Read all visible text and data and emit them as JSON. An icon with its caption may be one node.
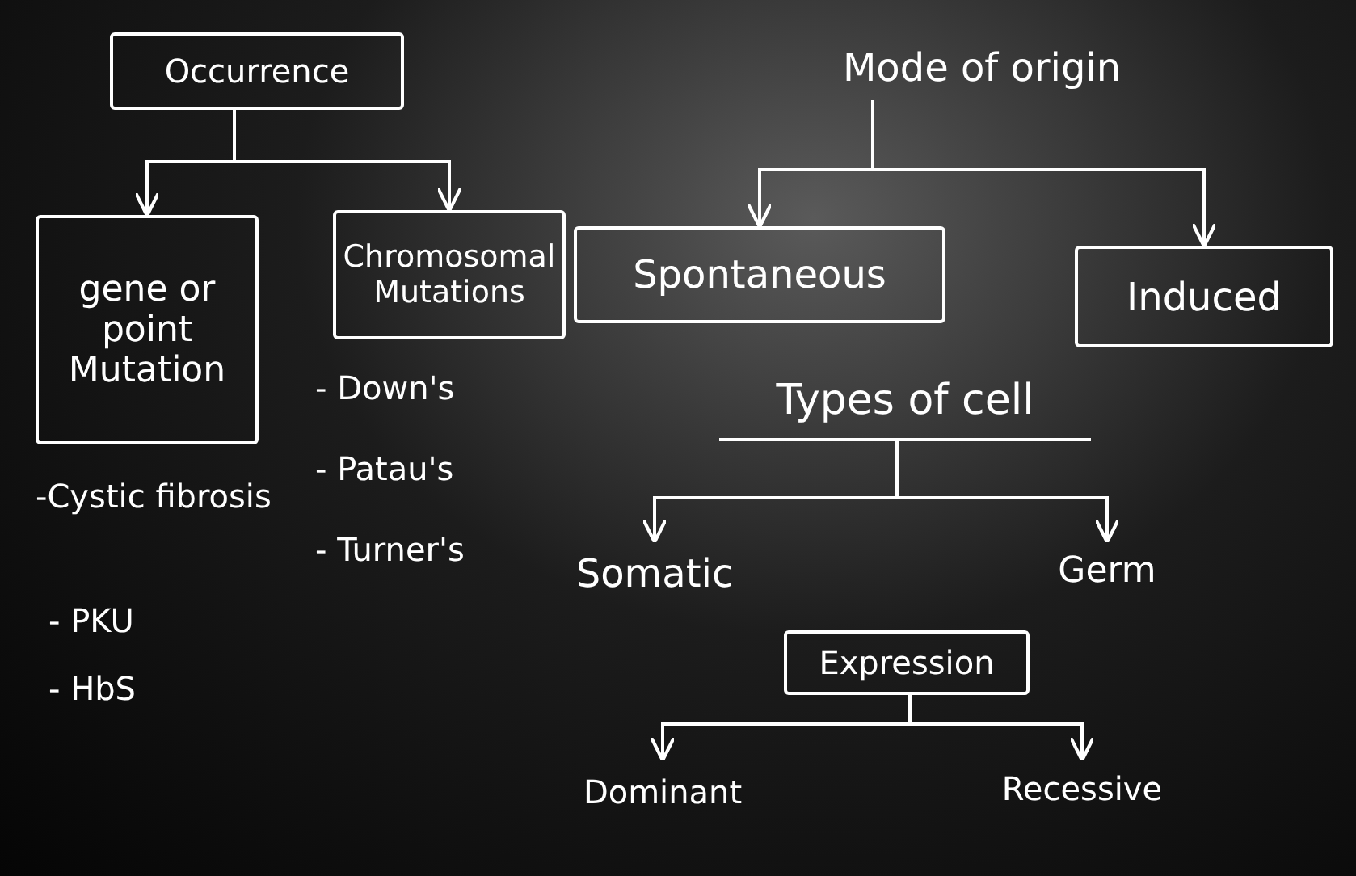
{
  "diagram": {
    "nodes": [
      {
        "text": [
          "Occurrence"
        ]
      },
      {
        "text": [
          "gene or point Mutation"
        ]
      },
      {
        "text": [
          "Chromosomal Mutations"
        ]
      },
      {
        "text": [
          "Mode of origin"
        ]
      },
      {
        "text": [
          "Spontaneous"
        ]
      },
      {
        "text": [
          "Induced"
        ]
      },
      {
        "text": [
          "Types of cell"
        ]
      },
      {
        "text": [
          "Somatic"
        ]
      },
      {
        "text": [
          "Germ"
        ]
      },
      {
        "text": [
          "Expression"
        ]
      },
      {
        "text": [
          "Dominant"
        ]
      },
      {
        "text": [
          "Recessive"
        ]
      }
    ],
    "edges": [
      {
        "from": 0,
        "to": 1,
        "arrow": "to"
      },
      {
        "from": 0,
        "to": 2,
        "arrow": "to"
      },
      {
        "from": 3,
        "to": 4,
        "arrow": "to"
      },
      {
        "from": 3,
        "to": 5,
        "arrow": "to"
      },
      {
        "from": 6,
        "to": 7,
        "arrow": "to"
      },
      {
        "from": 6,
        "to": 8,
        "arrow": "to"
      },
      {
        "from": 9,
        "to": 10,
        "arrow": "to"
      },
      {
        "from": 9,
        "to": 11,
        "arrow": "to"
      }
    ],
    "labels": [
      "- Down's",
      "- Patau's",
      "-Cystic fibrosis",
      "- Turner's",
      "- PKU",
      "- HbS"
    ]
  }
}
